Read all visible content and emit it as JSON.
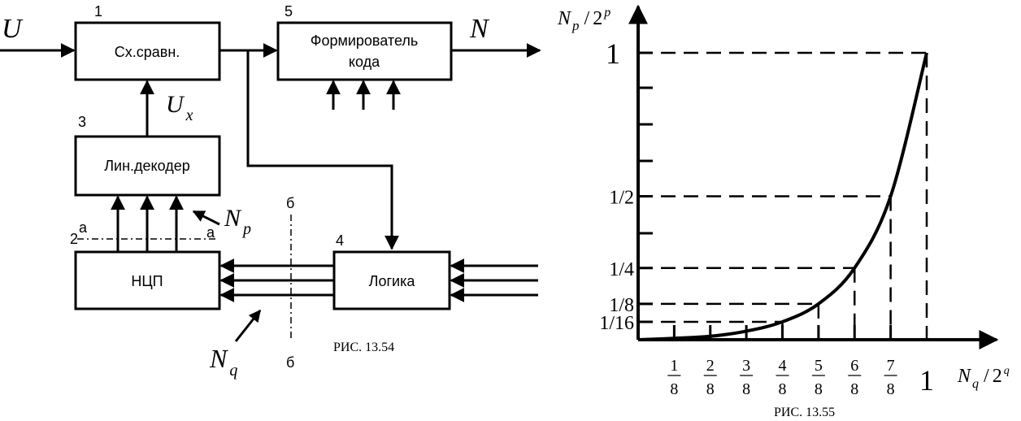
{
  "fig54": {
    "input_label": "U",
    "output_label": "N",
    "ux_main": "U",
    "ux_sub": "x",
    "np_main": "N",
    "np_sub": "p",
    "nq_main": "N",
    "nq_sub": "q",
    "caption": "РИС. 13.54",
    "blocks": {
      "comparator": {
        "number": "1",
        "label": "Сх.сравн."
      },
      "encoder": {
        "number": "5",
        "label_line1": "Формирователь",
        "label_line2": "кода"
      },
      "decoder": {
        "number": "3",
        "label": "Лин.декодер"
      },
      "dac": {
        "number": "2",
        "label": "НЦП"
      },
      "logic": {
        "number": "4",
        "label": "Логика"
      }
    },
    "section_aa": {
      "left": "а",
      "right": "а"
    },
    "section_bb": {
      "top": "б",
      "bottom": "б"
    }
  },
  "fig55": {
    "caption": "РИС. 13.55",
    "y_axis": {
      "num": "N",
      "num_sub": "p",
      "slash": "/",
      "den": "2",
      "den_sup": "p"
    },
    "x_axis": {
      "num": "N",
      "num_sub": "q",
      "slash": "/",
      "den": "2",
      "den_sup": "q"
    },
    "y_ticks": [
      {
        "label": "1",
        "value": 1
      },
      {
        "label": "1/2",
        "value": 0.5
      },
      {
        "label": "1/4",
        "value": 0.25
      },
      {
        "label": "1/8",
        "value": 0.125
      },
      {
        "label": "1/16",
        "value": 0.0625
      }
    ],
    "x_ticks": [
      {
        "num": "1",
        "den": "8",
        "value": 0.125
      },
      {
        "num": "2",
        "den": "8",
        "value": 0.25
      },
      {
        "num": "3",
        "den": "8",
        "value": 0.375
      },
      {
        "num": "4",
        "den": "8",
        "value": 0.5
      },
      {
        "num": "5",
        "den": "8",
        "value": 0.625
      },
      {
        "num": "6",
        "den": "8",
        "value": 0.75
      },
      {
        "num": "7",
        "den": "8",
        "value": 0.875
      }
    ],
    "x_one": "1",
    "curve": [
      {
        "x": 0,
        "y": 0.0
      },
      {
        "x": 0.125,
        "y": 0.005
      },
      {
        "x": 0.25,
        "y": 0.012
      },
      {
        "x": 0.375,
        "y": 0.03
      },
      {
        "x": 0.5,
        "y": 0.0625
      },
      {
        "x": 0.625,
        "y": 0.125
      },
      {
        "x": 0.75,
        "y": 0.25
      },
      {
        "x": 0.875,
        "y": 0.5
      },
      {
        "x": 1,
        "y": 1
      }
    ]
  }
}
